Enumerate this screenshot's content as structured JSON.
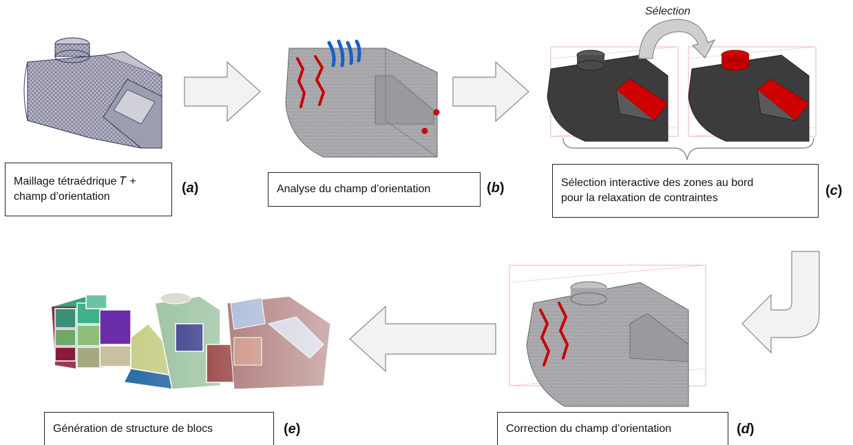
{
  "steps": {
    "a": {
      "label_line1": "Maillage tétraédrique 𝑇 +",
      "label_line2": "champ d’orientation",
      "tag_open": "(",
      "tag_letter": "a",
      "tag_close": ")"
    },
    "b": {
      "label": "Analyse du champ d’orientation",
      "tag_open": "(",
      "tag_letter": "b",
      "tag_close": ")"
    },
    "c": {
      "label_line1": "Sélection interactive des zones au bord",
      "label_line2": "pour la relaxation de contraintes",
      "tag_open": "(",
      "tag_letter": "c",
      "tag_close": ")"
    },
    "d": {
      "label": "Correction du champ d’orientation",
      "tag_open": "(",
      "tag_letter": "d",
      "tag_close": ")"
    },
    "e": {
      "label": "Génération de structure de blocs",
      "tag_open": "(",
      "tag_letter": "e",
      "tag_close": ")"
    }
  },
  "selection_label": "Sélection",
  "colors": {
    "mesh_gray": "#a9a9ad",
    "solid_dark": "#3c3c3c",
    "highlight_red": "#d40000",
    "singularity_blue": "#1a5fc8",
    "arrow_fill": "#f2f2f2",
    "arrow_stroke": "#888888"
  }
}
